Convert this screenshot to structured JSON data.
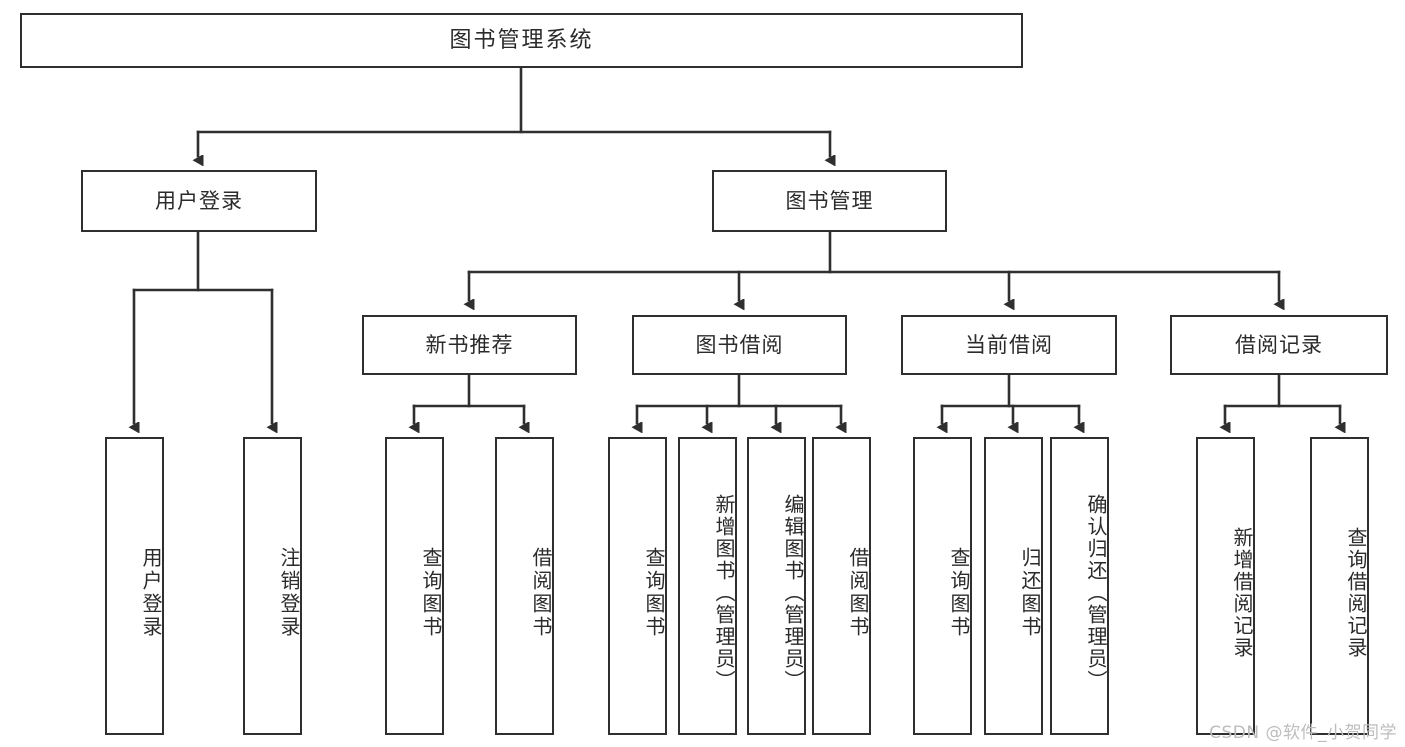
{
  "diagram": {
    "title": "图书管理系统",
    "type": "tree",
    "watermark": "CSDN @软件_小贺同学",
    "colors": {
      "stroke": "#2f2f2f",
      "fill": "#ffffff",
      "text": "#2b2b2b",
      "watermark": "#bdbdbd"
    },
    "root": {
      "label": "图书管理系统"
    },
    "level2": [
      {
        "label": "用户登录"
      },
      {
        "label": "图书管理"
      }
    ],
    "level3": [
      {
        "label": "新书推荐"
      },
      {
        "label": "图书借阅"
      },
      {
        "label": "当前借阅"
      },
      {
        "label": "借阅记录"
      }
    ],
    "leaves": {
      "user_login": [
        {
          "label": "用户登录"
        },
        {
          "label": "注销登录"
        }
      ],
      "new_book": [
        {
          "label": "查询图书"
        },
        {
          "label": "借阅图书"
        }
      ],
      "book_borrow": [
        {
          "label": "查询图书"
        },
        {
          "label": "新增图书（管理员）"
        },
        {
          "label": "编辑图书（管理员）"
        },
        {
          "label": "借阅图书"
        }
      ],
      "current_borrow": [
        {
          "label": "查询图书"
        },
        {
          "label": "归还图书"
        },
        {
          "label": "确认归还（管理员）"
        }
      ],
      "borrow_record": [
        {
          "label": "新增借阅记录"
        },
        {
          "label": "查询借阅记录"
        }
      ]
    }
  }
}
